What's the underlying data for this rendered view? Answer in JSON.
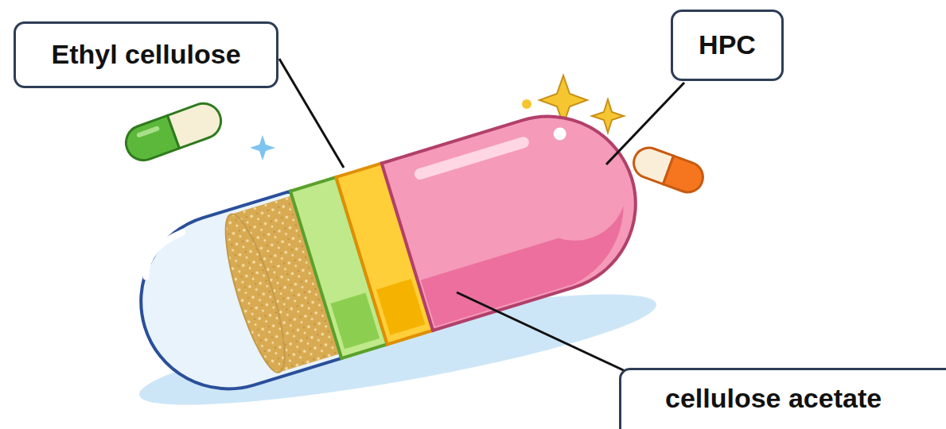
{
  "diagram": {
    "nodes": [
      {
        "text": [
          "Ethyl cellulose"
        ]
      },
      {
        "text": [
          "HPC"
        ]
      },
      {
        "text": [
          "cellulose acetate"
        ]
      }
    ]
  }
}
